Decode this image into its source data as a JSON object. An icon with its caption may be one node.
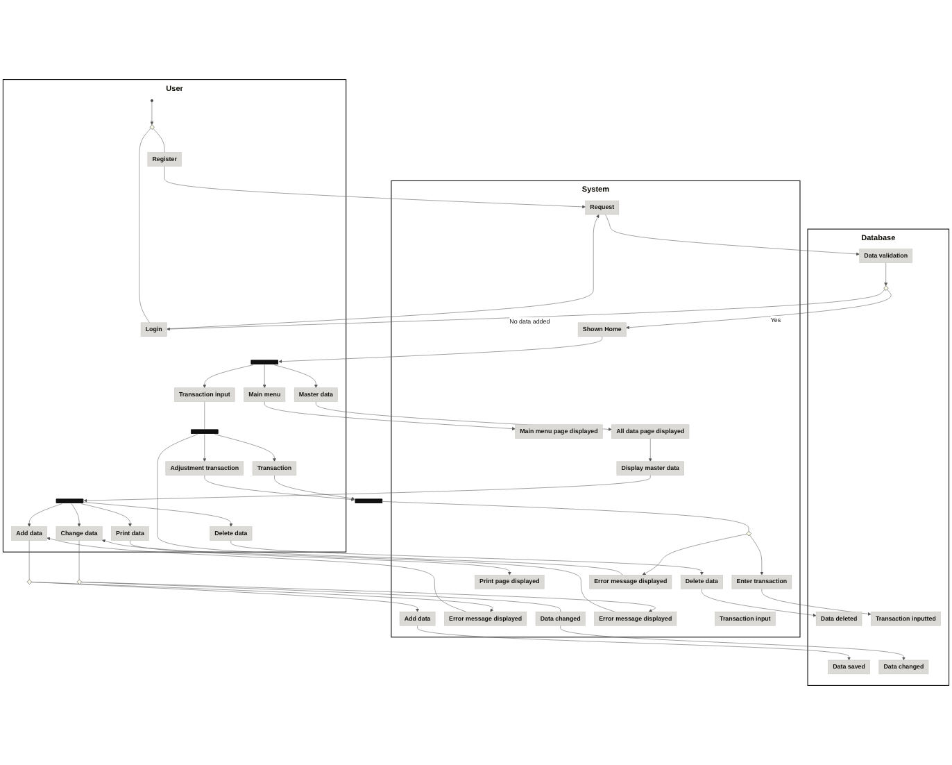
{
  "diagram": {
    "nodes": [
      {
        "text": [
          "User"
        ]
      },
      {
        "text": [
          "System"
        ]
      },
      {
        "text": [
          "Database"
        ]
      },
      {
        "text": [],
        "shape": "circle",
        "in": 0
      },
      {
        "text": [],
        "shape": "diamond",
        "in": 0
      },
      {
        "text": [
          "Register"
        ],
        "in": 0
      },
      {
        "text": [
          "Login"
        ],
        "in": 0
      },
      {
        "text": [
          "Request"
        ],
        "in": 1
      },
      {
        "text": [
          "Data validation"
        ],
        "in": 2
      },
      {
        "text": [],
        "shape": "diamond",
        "in": 2
      },
      {
        "text": [
          "Shown Home"
        ],
        "in": 1
      },
      {
        "text": [],
        "shape": "bar",
        "in": 0
      },
      {
        "text": [
          "Main menu"
        ],
        "in": 0
      },
      {
        "text": [
          "Main menu page displayed"
        ],
        "in": 1
      },
      {
        "text": [
          "Master data"
        ],
        "in": 0
      },
      {
        "text": [
          "All data page displayed"
        ],
        "in": 1
      },
      {
        "text": [
          "Display master data"
        ],
        "in": 1
      },
      {
        "text": [],
        "shape": "bar",
        "in": 0
      },
      {
        "text": [
          "Add data"
        ],
        "in": 0
      },
      {
        "text": [],
        "shape": "diamond"
      },
      {
        "text": [
          "Add data"
        ],
        "in": 1
      },
      {
        "text": [
          "Error message displayed"
        ],
        "in": 1
      },
      {
        "text": [
          "Data saved"
        ],
        "in": 2
      },
      {
        "text": [
          "Change data"
        ],
        "in": 0
      },
      {
        "text": [],
        "shape": "diamond"
      },
      {
        "text": [
          "Data changed"
        ],
        "in": 1
      },
      {
        "text": [
          "Error message displayed"
        ],
        "in": 1
      },
      {
        "text": [
          "Data changed"
        ],
        "in": 2
      },
      {
        "text": [
          "Delete data"
        ],
        "in": 0
      },
      {
        "text": [
          "Delete data"
        ],
        "in": 1
      },
      {
        "text": [
          "Data deleted"
        ],
        "in": 2
      },
      {
        "text": [
          "Print data"
        ],
        "in": 0
      },
      {
        "text": [
          "Print page displayed"
        ],
        "in": 1
      },
      {
        "text": [
          "Transaction input"
        ],
        "in": 0
      },
      {
        "text": [
          "Transaction input"
        ],
        "in": 1
      },
      {
        "text": [],
        "shape": "bar",
        "in": 0
      },
      {
        "text": [
          "Transaction"
        ],
        "in": 0
      },
      {
        "text": [
          "Adjustment transaction"
        ],
        "in": 0
      },
      {
        "text": [],
        "shape": "bar"
      },
      {
        "text": [],
        "shape": "diamond",
        "in": 1
      },
      {
        "text": [
          "Enter transaction"
        ],
        "in": 1
      },
      {
        "text": [
          "Error message displayed"
        ],
        "in": 1
      },
      {
        "text": [
          "Transaction inputted"
        ],
        "in": 2
      }
    ],
    "edges": [
      {
        "from": 3,
        "to": 4,
        "arrow": "to"
      },
      {
        "from": 4,
        "to": 5,
        "arrow": "none"
      },
      {
        "from": 4,
        "to": 6,
        "arrow": "none"
      },
      {
        "from": 5,
        "to": 7,
        "arrow": "to"
      },
      {
        "from": 6,
        "to": 7,
        "arrow": "to"
      },
      {
        "from": 7,
        "to": 8,
        "arrow": "to"
      },
      {
        "from": 8,
        "to": 9,
        "arrow": "to"
      },
      {
        "from": 9,
        "to": 6,
        "arrow": "to",
        "label": "No data added"
      },
      {
        "from": 9,
        "to": 10,
        "arrow": "to",
        "label": "Yes"
      },
      {
        "from": 10,
        "to": 11,
        "arrow": "to"
      },
      {
        "from": 11,
        "to": 12,
        "arrow": "to"
      },
      {
        "from": 11,
        "to": 14,
        "arrow": "to"
      },
      {
        "from": 11,
        "to": 33,
        "arrow": "to"
      },
      {
        "from": 12,
        "to": 13,
        "arrow": "to"
      },
      {
        "from": 14,
        "to": 15,
        "arrow": "to"
      },
      {
        "from": 15,
        "to": 16,
        "arrow": "to"
      },
      {
        "from": 16,
        "to": 17,
        "arrow": "to"
      },
      {
        "from": 17,
        "to": 18,
        "arrow": "to"
      },
      {
        "from": 17,
        "to": 23,
        "arrow": "to"
      },
      {
        "from": 17,
        "to": 28,
        "arrow": "to"
      },
      {
        "from": 17,
        "to": 31,
        "arrow": "to"
      },
      {
        "from": 18,
        "to": 19,
        "arrow": "none"
      },
      {
        "from": 19,
        "to": 20,
        "arrow": "to"
      },
      {
        "from": 19,
        "to": 21,
        "arrow": "to"
      },
      {
        "from": 21,
        "to": 18,
        "arrow": "to"
      },
      {
        "from": 20,
        "to": 22,
        "arrow": "to"
      },
      {
        "from": 23,
        "to": 24,
        "arrow": "none"
      },
      {
        "from": 24,
        "to": 25,
        "arrow": "none"
      },
      {
        "from": 24,
        "to": 26,
        "arrow": "to"
      },
      {
        "from": 26,
        "to": 23,
        "arrow": "to"
      },
      {
        "from": 25,
        "to": 27,
        "arrow": "to"
      },
      {
        "from": 28,
        "to": 29,
        "arrow": "to"
      },
      {
        "from": 29,
        "to": 30,
        "arrow": "to"
      },
      {
        "from": 31,
        "to": 32,
        "arrow": "to"
      },
      {
        "from": 33,
        "to": 35,
        "arrow": "none"
      },
      {
        "from": 35,
        "to": 36,
        "arrow": "to"
      },
      {
        "from": 35,
        "to": 37,
        "arrow": "to"
      },
      {
        "from": 36,
        "to": 38,
        "arrow": "to"
      },
      {
        "from": 37,
        "to": 38,
        "arrow": "to"
      },
      {
        "from": 38,
        "to": 39,
        "arrow": "none"
      },
      {
        "from": 39,
        "to": 40,
        "arrow": "to"
      },
      {
        "from": 39,
        "to": 41,
        "arrow": "to"
      },
      {
        "from": 40,
        "to": 42,
        "arrow": "to"
      },
      {
        "from": 41,
        "to": 35,
        "arrow": "none"
      }
    ]
  }
}
